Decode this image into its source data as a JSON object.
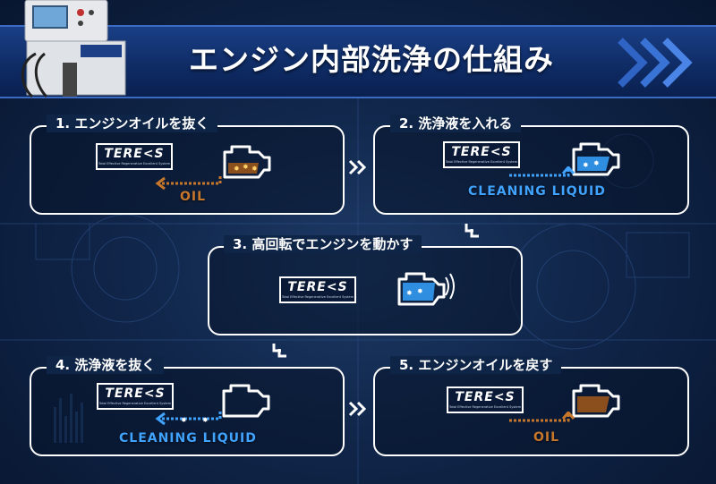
{
  "header": {
    "title": "エンジン内部洗浄の仕組み"
  },
  "colors": {
    "oil": "#c7772b",
    "liquid": "#3fa3ff",
    "engine_white": "#ffffff"
  },
  "steps": [
    {
      "label": "1. エンジンオイルを抜く",
      "logo": "TERE<S",
      "logo_tag": "Total Effective Regenerative Excellent System",
      "flow": "OIL",
      "engine_state": "oil-with-sludge",
      "direction": "out"
    },
    {
      "label": "2. 洗浄液を入れる",
      "logo": "TERE<S",
      "logo_tag": "Total Effective Regenerative Excellent System",
      "flow": "CLEANING LIQUID",
      "engine_state": "cleaning-liquid-with-sludge",
      "direction": "in"
    },
    {
      "label": "3. 高回転でエンジンを動かす",
      "logo": "TERE<S",
      "logo_tag": "Total Effective Regenerative Excellent System",
      "flow": "",
      "engine_state": "cleaning-liquid-running",
      "direction": "none"
    },
    {
      "label": "4. 洗浄液を抜く",
      "logo": "TERE<S",
      "logo_tag": "Total Effective Regenerative Excellent System",
      "flow": "CLEANING LIQUID",
      "engine_state": "empty",
      "direction": "out"
    },
    {
      "label": "5. エンジンオイルを戻す",
      "logo": "TERE<S",
      "logo_tag": "Total Effective Regenerative Excellent System",
      "flow": "OIL",
      "engine_state": "clean-oil",
      "direction": "in"
    }
  ]
}
